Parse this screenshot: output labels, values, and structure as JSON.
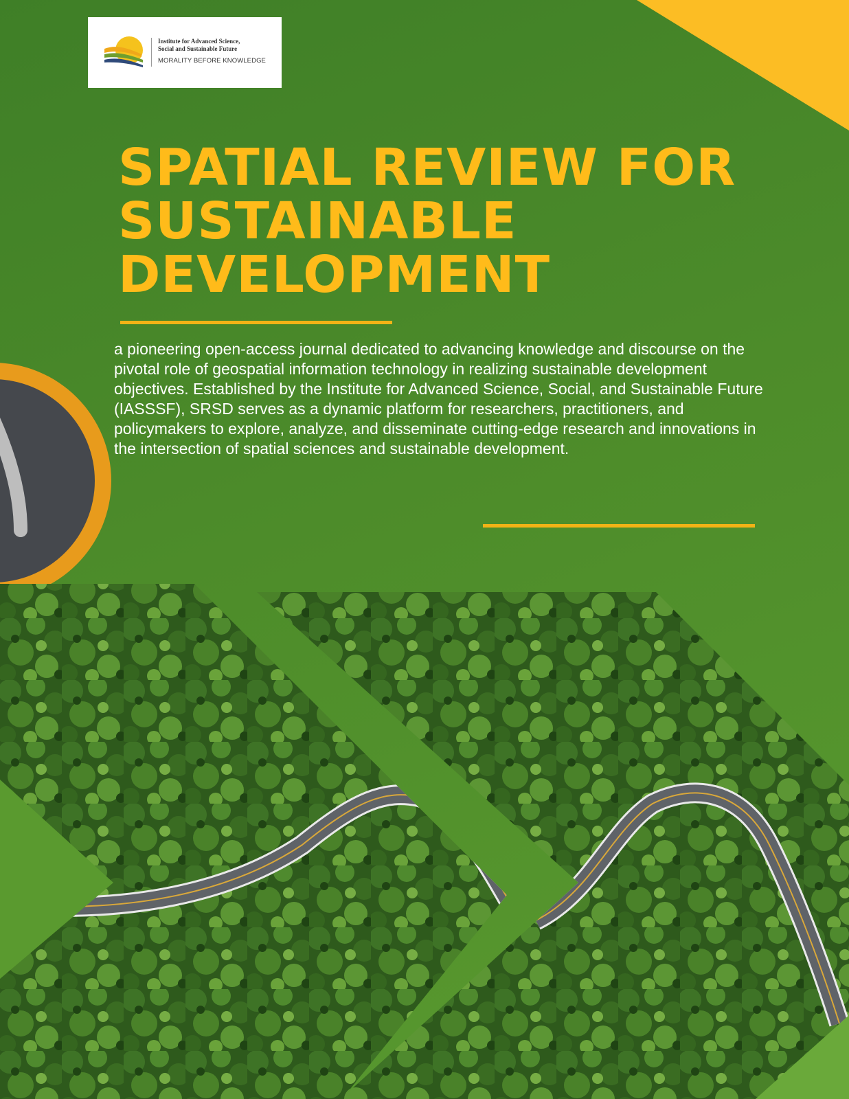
{
  "logo": {
    "name_line1": "Institute for Advanced Science,",
    "name_line2": "Social and Sustainable Future",
    "tagline": "MORALITY BEFORE KNOWLEDGE"
  },
  "title": {
    "line1": "SPATIAL REVIEW FOR",
    "line2": "SUSTAINABLE",
    "line3": "DEVELOPMENT"
  },
  "description": "a pioneering open-access journal dedicated to advancing knowledge and discourse on the pivotal role of geospatial information technology in realizing sustainable development objectives. Established by the Institute for Advanced Science, Social, and Sustainable Future (IASSSF), SRSD serves as a dynamic platform for researchers, practitioners, and policymakers to explore, analyze, and disseminate cutting-edge research and innovations in the intersection of spatial sciences and sustainable development.",
  "colors": {
    "background_green": "#4d8c2a",
    "accent_yellow": "#ffbb1a",
    "corner_yellow": "#fcbd24",
    "road_ring_orange": "#e89b1c",
    "road_gray": "#45484d",
    "forest_green": "#2f5a1c"
  },
  "images": {
    "left_panel": "aerial-forest-road-photo",
    "right_panel": "aerial-forest-road-photo"
  }
}
